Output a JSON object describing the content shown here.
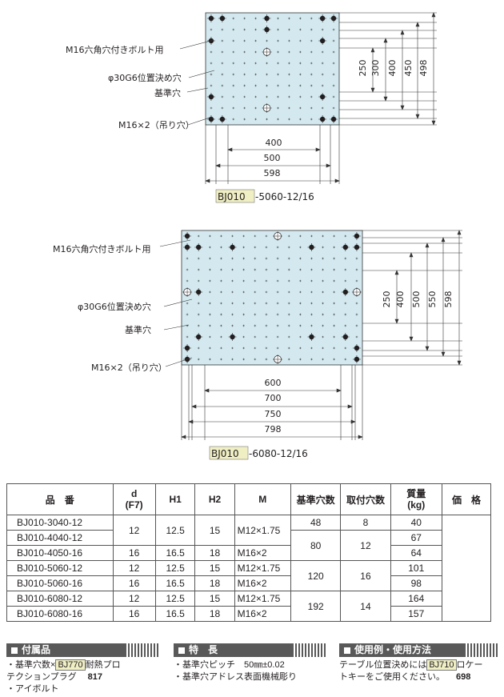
{
  "diagrams": [
    {
      "model_code": "BJ010",
      "model_suffix": "-5060-12/16",
      "labels": [
        "M16六角穴付きボルト用",
        "φ30G6位置決め穴",
        "基準穴",
        "M16×2（吊り穴）"
      ],
      "horizontal_dims": [
        "400",
        "500",
        "598"
      ],
      "vertical_dims": [
        "250",
        "300",
        "400",
        "450",
        "498"
      ]
    },
    {
      "model_code": "BJ010",
      "model_suffix": "-6080-12/16",
      "labels": [
        "M16六角穴付きボルト用",
        "φ30G6位置決め穴",
        "基準穴",
        "M16×2（吊り穴）"
      ],
      "horizontal_dims": [
        "600",
        "700",
        "750",
        "798"
      ],
      "vertical_dims": [
        "250",
        "400",
        "500",
        "550",
        "598"
      ]
    }
  ],
  "table": {
    "headers": [
      "品　番",
      "d\n(F7)",
      "H1",
      "H2",
      "M",
      "基準穴数",
      "取付穴数",
      "質量\n(kg)",
      "価　格"
    ],
    "rows": [
      {
        "part": "BJ010-3040-12",
        "d": "12",
        "h1": "12.5",
        "h2": "15",
        "m": "M12×1.75",
        "ref": "48",
        "mount": "8",
        "mass": "40"
      },
      {
        "part": "BJ010-4040-12",
        "d": "",
        "h1": "",
        "h2": "",
        "m": "",
        "ref": "80",
        "mount": "12",
        "mass": "67"
      },
      {
        "part": "BJ010-4050-16",
        "d": "16",
        "h1": "16.5",
        "h2": "18",
        "m": "M16×2",
        "ref": "",
        "mount": "",
        "mass": "64"
      },
      {
        "part": "BJ010-5060-12",
        "d": "12",
        "h1": "12.5",
        "h2": "15",
        "m": "M12×1.75",
        "ref": "120",
        "mount": "16",
        "mass": "101"
      },
      {
        "part": "BJ010-5060-16",
        "d": "16",
        "h1": "16.5",
        "h2": "18",
        "m": "M16×2",
        "ref": "",
        "mount": "",
        "mass": "98"
      },
      {
        "part": "BJ010-6080-12",
        "d": "12",
        "h1": "12.5",
        "h2": "15",
        "m": "M12×1.75",
        "ref": "192",
        "mount": "14",
        "mass": "164"
      },
      {
        "part": "BJ010-6080-16",
        "d": "16",
        "h1": "16.5",
        "h2": "18",
        "m": "M16×2",
        "ref": "",
        "mount": "",
        "mass": "157"
      }
    ]
  },
  "accessories": {
    "title": "付属品",
    "line1_pre": "・基準穴数×",
    "line1_code": "BJ770",
    "line1_post": "耐熱プロ",
    "line2": "テクションプラグ",
    "line2_page": "817",
    "line3": "・アイボルト"
  },
  "features": {
    "title": "特　長",
    "line1": "・基準穴ピッチ　50㎜±0.02",
    "line2": "・基準穴アドレス表面機械彫り"
  },
  "usage": {
    "title": "使用例・使用方法",
    "line1_pre": "テーブル位置決めには",
    "line1_code": "BJ710",
    "line1_post": "ロケー",
    "line2": "トキーをご使用ください。",
    "line2_page": "698"
  },
  "colors": {
    "plate": "#d3e9ef",
    "highlight": "#f0efc4",
    "section_bar": "#595959"
  }
}
